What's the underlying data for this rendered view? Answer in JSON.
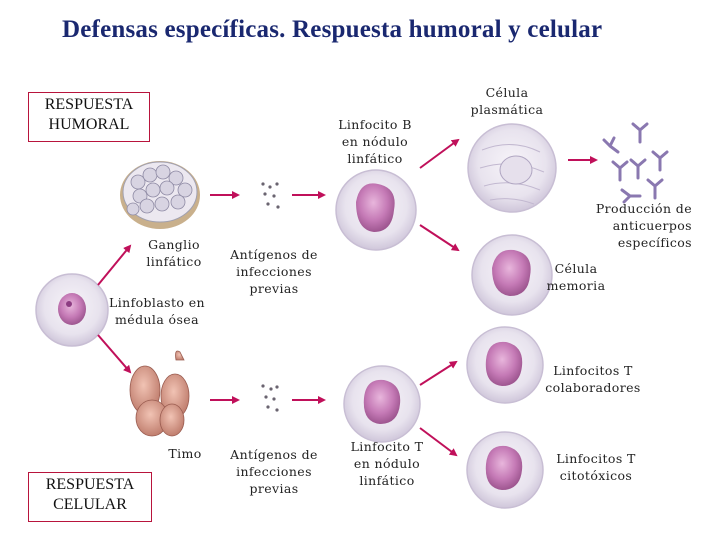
{
  "title": "Defensas específicas. Respuesta humoral y celular",
  "boxes": {
    "humoral": [
      "RESPUESTA",
      "HUMORAL"
    ],
    "celular": [
      "RESPUESTA",
      "CELULAR"
    ]
  },
  "labels": {
    "ganglio": [
      "Ganglio",
      "linfático"
    ],
    "linfoblasto": [
      "Linfoblasto en",
      "médula ósea"
    ],
    "timo": [
      "Timo"
    ],
    "antigenos_top": [
      "Antígenos de",
      "infecciones",
      "previas"
    ],
    "antigenos_bottom": [
      "Antígenos de",
      "infecciones",
      "previas"
    ],
    "linfocito_b": [
      "Linfocito B",
      "en nódulo",
      "linfático"
    ],
    "celula_plasmatica": [
      "Célula",
      "plasmática"
    ],
    "produccion": [
      "Producción de",
      "anticuerpos",
      "específicos"
    ],
    "celula_memoria": [
      "Célula",
      "memoria"
    ],
    "linfocitos_t_colab": [
      "Linfocitos T",
      "colaboradores"
    ],
    "linfocito_t": [
      "Linfocito T",
      "en nódulo",
      "linfático"
    ],
    "linfocitos_t_cito": [
      "Linfocitos T",
      "citotóxicos"
    ]
  },
  "colors": {
    "title": "#1a2870",
    "box_border": "#b8143c",
    "arrow": "#c0105a",
    "cell_membrane": "#e3ddea",
    "nucleus": "#c07ab2",
    "antibody": "#8a78b0",
    "thymus": "#d49a8a"
  }
}
